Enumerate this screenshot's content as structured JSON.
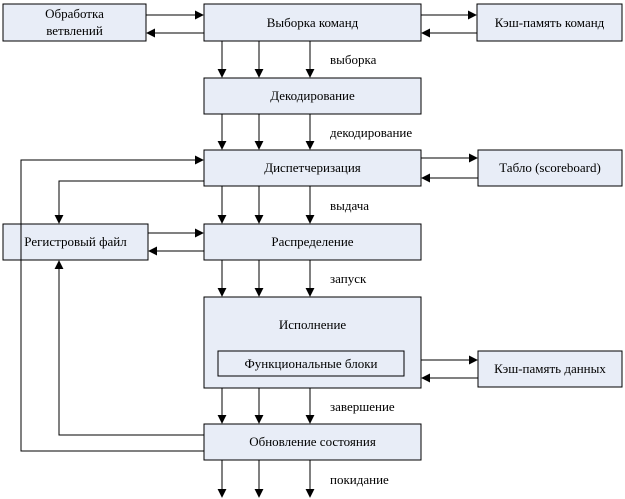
{
  "nodes": {
    "branch": [
      "Обработка",
      "ветвлений"
    ],
    "fetch": "Выборка команд",
    "icache": "Кэш-память команд",
    "decode": "Декодирование",
    "dispatch": "Диспетчеризация",
    "scoreboard": "Табло (scoreboard)",
    "regfile": "Регистровый файл",
    "distribute": "Распределение",
    "execute": "Исполнение",
    "funits": "Функциональные блоки",
    "dcache": "Кэш-память данных",
    "update": "Обновление состояния"
  },
  "stages": {
    "fetch": "выборка",
    "decode": "декодирование",
    "issue": "выдача",
    "launch": "запуск",
    "complete": "завершение",
    "retire": "покидание"
  },
  "colors": {
    "box_fill": "#e8edf7",
    "stroke": "#000000"
  }
}
